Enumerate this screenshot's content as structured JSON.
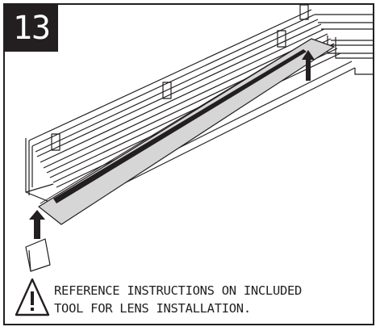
{
  "step": {
    "number": "13"
  },
  "illustration": {
    "icons": [
      "lay-in-lens-illustration",
      "upward-arrow-icon"
    ]
  },
  "caution": {
    "icon": "warning-triangle-icon",
    "line1": "REFERENCE INSTRUCTIONS ON INCLUDED",
    "line2": "TOOL FOR LENS INSTALLATION."
  },
  "colors": {
    "ink": "#231f20",
    "lens": "#d6d6d6",
    "background": "#ffffff"
  }
}
